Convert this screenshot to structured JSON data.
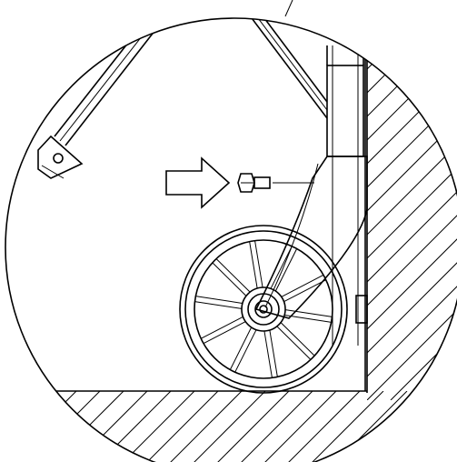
{
  "figure": {
    "description_label": "",
    "colors": {
      "line": "#000000",
      "background": "#ffffff"
    },
    "parts": [
      "detail-circle",
      "hatched-wall-right",
      "hatched-floor-bottom",
      "diagonal-frame-struts",
      "pivot-bolt-left",
      "vertical-post",
      "caster-arm",
      "caster-wheel",
      "wheel-hub",
      "screw-bolt",
      "insertion-arrow",
      "leader-line"
    ],
    "wheel": {
      "spokes": 10
    }
  }
}
